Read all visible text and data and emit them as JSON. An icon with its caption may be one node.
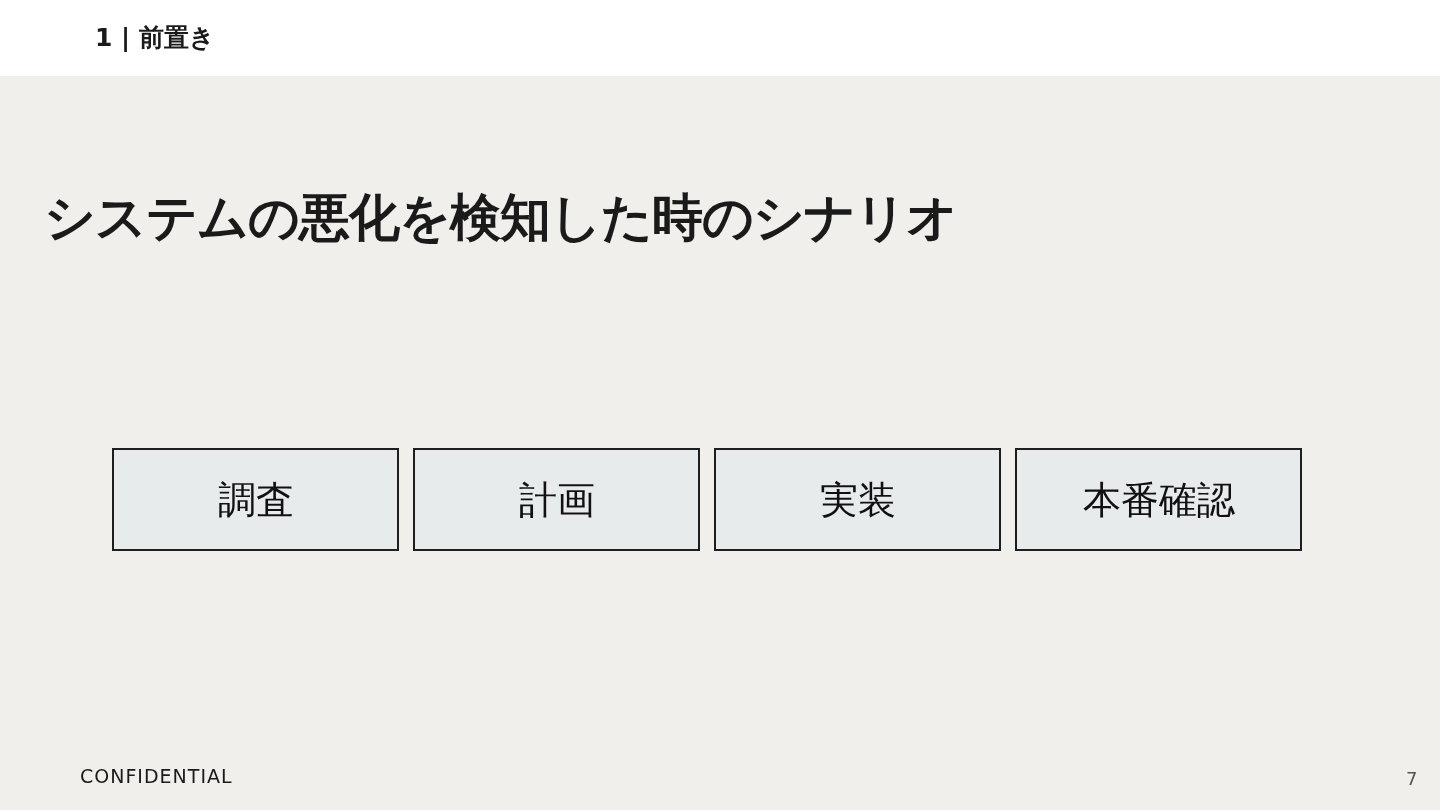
{
  "diagram": {
    "title": "システムの悪化を検知した時のシナリオ",
    "nodes": [
      {
        "text": [
          "調査"
        ]
      },
      {
        "text": [
          "計画"
        ]
      },
      {
        "text": [
          "実装"
        ]
      },
      {
        "text": [
          "本番確認"
        ]
      }
    ],
    "labels": [
      "1 | 前置き",
      "CONFIDENTIAL",
      "7"
    ]
  }
}
